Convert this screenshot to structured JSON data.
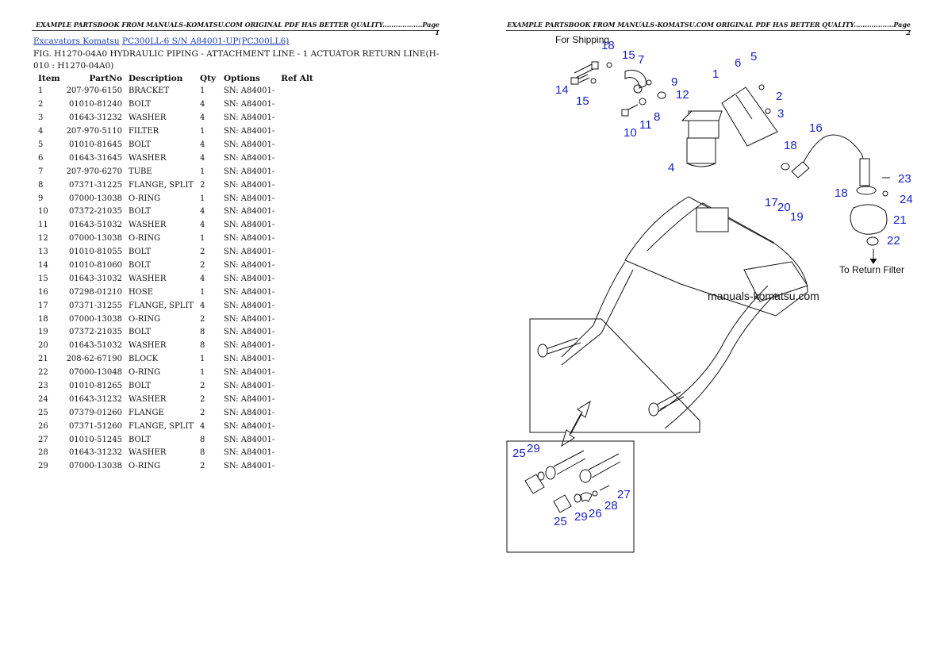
{
  "header": {
    "left": "EXAMPLE PARTSBOOK FROM MANUALS-KOMATSU.COM ORIGINAL PDF HAS BETTER QUALITY..................Page 1",
    "right": "EXAMPLE PARTSBOOK FROM MANUALS-KOMATSU.COM ORIGINAL PDF HAS BETTER QUALITY..................Page 2"
  },
  "breadcrumb": {
    "link1": "Excavators Komatsu",
    "link2": "PC300LL-6 S/N A84001-UP(PC300LL6)"
  },
  "figure_title": "FIG. H1270-04A0 HYDRAULIC PIPING - ATTACHMENT LINE - 1 ACTUATOR RETURN LINE(H-010 : H1270-04A0)",
  "table": {
    "headers": [
      "Item",
      "PartNo",
      "Description",
      "Qty",
      "Options",
      "Ref Alt"
    ],
    "rows": [
      [
        "1",
        "207-970-6150",
        "BRACKET",
        "1",
        "SN: A84001-",
        ""
      ],
      [
        "2",
        "01010-81240",
        "BOLT",
        "4",
        "SN: A84001-",
        ""
      ],
      [
        "3",
        "01643-31232",
        "WASHER",
        "4",
        "SN: A84001-",
        ""
      ],
      [
        "4",
        "207-970-5110",
        "FILTER",
        "1",
        "SN: A84001-",
        ""
      ],
      [
        "5",
        "01010-81645",
        "BOLT",
        "4",
        "SN: A84001-",
        ""
      ],
      [
        "6",
        "01643-31645",
        "WASHER",
        "4",
        "SN: A84001-",
        ""
      ],
      [
        "7",
        "207-970-6270",
        "TUBE",
        "1",
        "SN: A84001-",
        ""
      ],
      [
        "8",
        "07371-31225",
        "FLANGE, SPLIT",
        "2",
        "SN: A84001-",
        ""
      ],
      [
        "9",
        "07000-13038",
        "O-RING",
        "1",
        "SN: A84001-",
        ""
      ],
      [
        "10",
        "07372-21035",
        "BOLT",
        "4",
        "SN: A84001-",
        ""
      ],
      [
        "11",
        "01643-51032",
        "WASHER",
        "4",
        "SN: A84001-",
        ""
      ],
      [
        "12",
        "07000-13038",
        "O-RING",
        "1",
        "SN: A84001-",
        ""
      ],
      [
        "13",
        "01010-81055",
        "BOLT",
        "2",
        "SN: A84001-",
        ""
      ],
      [
        "14",
        "01010-81060",
        "BOLT",
        "2",
        "SN: A84001-",
        ""
      ],
      [
        "15",
        "01643-31032",
        "WASHER",
        "4",
        "SN: A84001-",
        ""
      ],
      [
        "16",
        "07298-01210",
        "HOSE",
        "1",
        "SN: A84001-",
        ""
      ],
      [
        "17",
        "07371-31255",
        "FLANGE, SPLIT",
        "4",
        "SN: A84001-",
        ""
      ],
      [
        "18",
        "07000-13038",
        "O-RING",
        "2",
        "SN: A84001-",
        ""
      ],
      [
        "19",
        "07372-21035",
        "BOLT",
        "8",
        "SN: A84001-",
        ""
      ],
      [
        "20",
        "01643-51032",
        "WASHER",
        "8",
        "SN: A84001-",
        ""
      ],
      [
        "21",
        "208-62-67190",
        "BLOCK",
        "1",
        "SN: A84001-",
        ""
      ],
      [
        "22",
        "07000-13048",
        "O-RING",
        "1",
        "SN: A84001-",
        ""
      ],
      [
        "23",
        "01010-81265",
        "BOLT",
        "2",
        "SN: A84001-",
        ""
      ],
      [
        "24",
        "01643-31232",
        "WASHER",
        "2",
        "SN: A84001-",
        ""
      ],
      [
        "25",
        "07379-01260",
        "FLANGE",
        "2",
        "SN: A84001-",
        ""
      ],
      [
        "26",
        "07371-51260",
        "FLANGE, SPLIT",
        "4",
        "SN: A84001-",
        ""
      ],
      [
        "27",
        "01010-51245",
        "BOLT",
        "8",
        "SN: A84001-",
        ""
      ],
      [
        "28",
        "01643-31232",
        "WASHER",
        "8",
        "SN: A84001-",
        ""
      ],
      [
        "29",
        "07000-13038",
        "O-RING",
        "2",
        "SN: A84001-",
        ""
      ]
    ]
  },
  "diagram": {
    "for_shipping": "For Shipping",
    "to_return_filter": "To Return Filter",
    "watermark": "manuals-komatsu.com",
    "callouts": {
      "c18a": "18",
      "c15a": "15",
      "c7": "7",
      "c14": "14",
      "c15b": "15",
      "c1": "1",
      "c6": "6",
      "c5": "5",
      "c2": "2",
      "c3": "3",
      "c9": "9",
      "c12": "12",
      "c8": "8",
      "c11": "11",
      "c10": "10",
      "c4": "4",
      "c16": "16",
      "c18b": "18",
      "c17": "17",
      "c20": "20",
      "c19": "19",
      "c18c": "18",
      "c23": "23",
      "c24": "24",
      "c21": "21",
      "c22": "22",
      "c25a": "25",
      "c29a": "29",
      "c27": "27",
      "c28": "28",
      "c25b": "25",
      "c29b": "29",
      "c26": "26"
    }
  }
}
